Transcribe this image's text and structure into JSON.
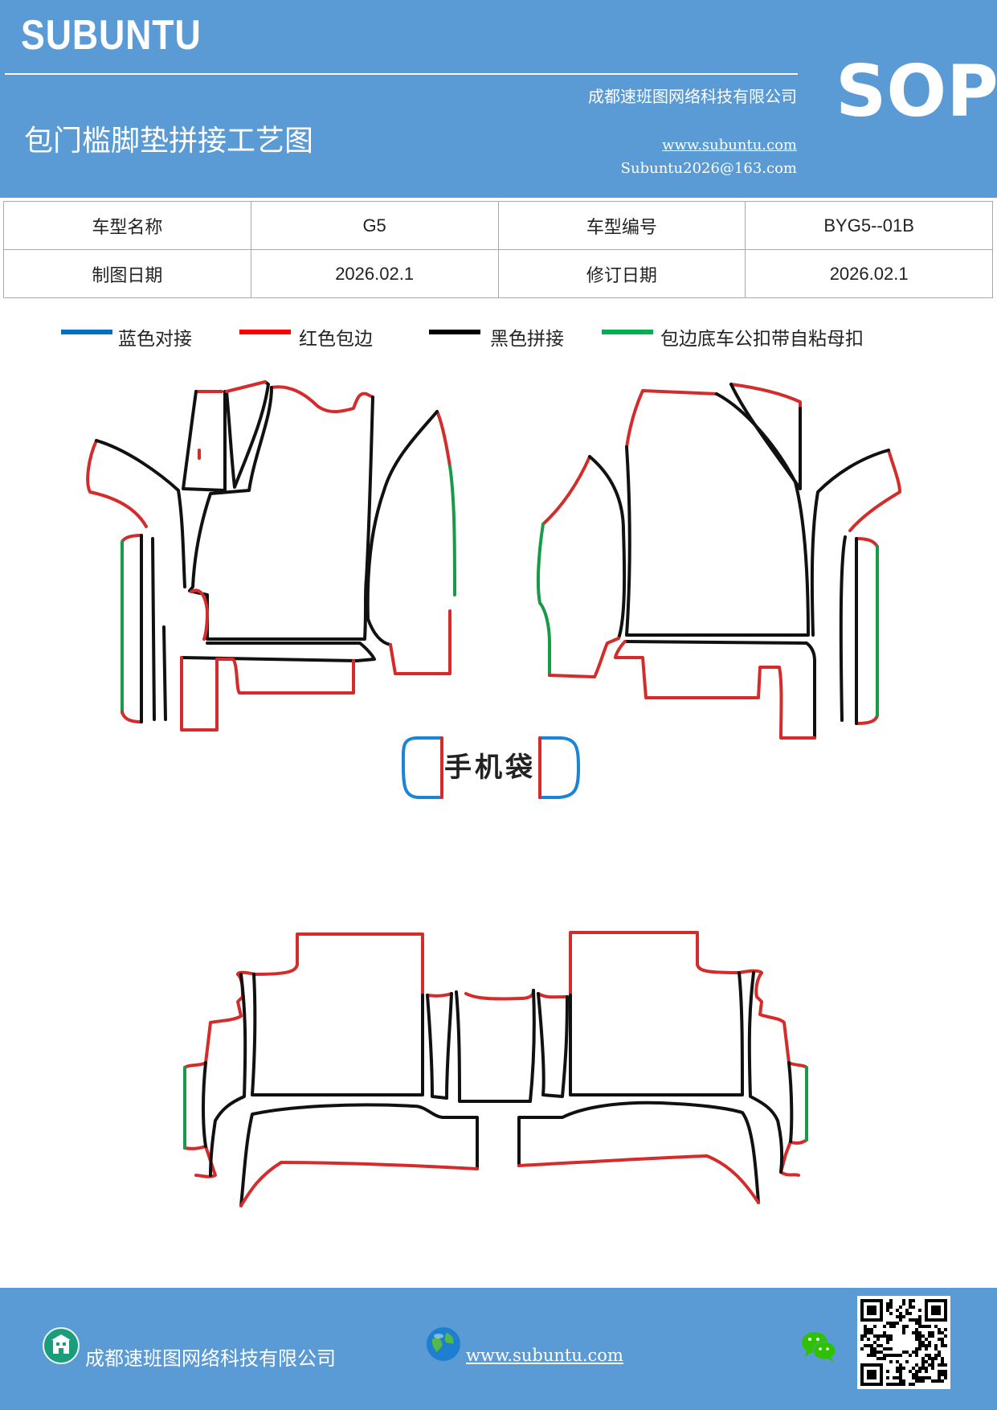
{
  "header": {
    "brand": "SUBUNTU",
    "company": "成都速班图网络科技有限公司",
    "title": "包门槛脚垫拼接工艺图",
    "website": "www.subuntu.com",
    "email": "Subuntu2026@163.com",
    "sop": "SOP"
  },
  "info_table": [
    {
      "label1": "车型名称",
      "value1": "G5",
      "label2": "车型编号",
      "value2": "BYG5--01B"
    },
    {
      "label1": "制图日期",
      "value1": "2026.02.1",
      "label2": "修订日期",
      "value2": "2026.02.1"
    }
  ],
  "legend": [
    {
      "label": "蓝色对接",
      "color": "#0070c0"
    },
    {
      "label": "红色包边",
      "color": "#ff0000"
    },
    {
      "label": "黑色拼接",
      "color": "#000000"
    },
    {
      "label": "包边底车公扣带自粘母扣",
      "color": "#00b050"
    }
  ],
  "diagram": {
    "phone_bag_label": "手机袋",
    "colors": {
      "edge": "#d42b2b",
      "seam": "#111111",
      "butt": "#1a84d6",
      "velcro": "#1a9a48"
    }
  },
  "footer": {
    "company": "成都速班图网络科技有限公司",
    "website": "www.subuntu.com",
    "icons": [
      "building-icon",
      "globe-icon",
      "wechat-icon",
      "qr-code"
    ]
  }
}
